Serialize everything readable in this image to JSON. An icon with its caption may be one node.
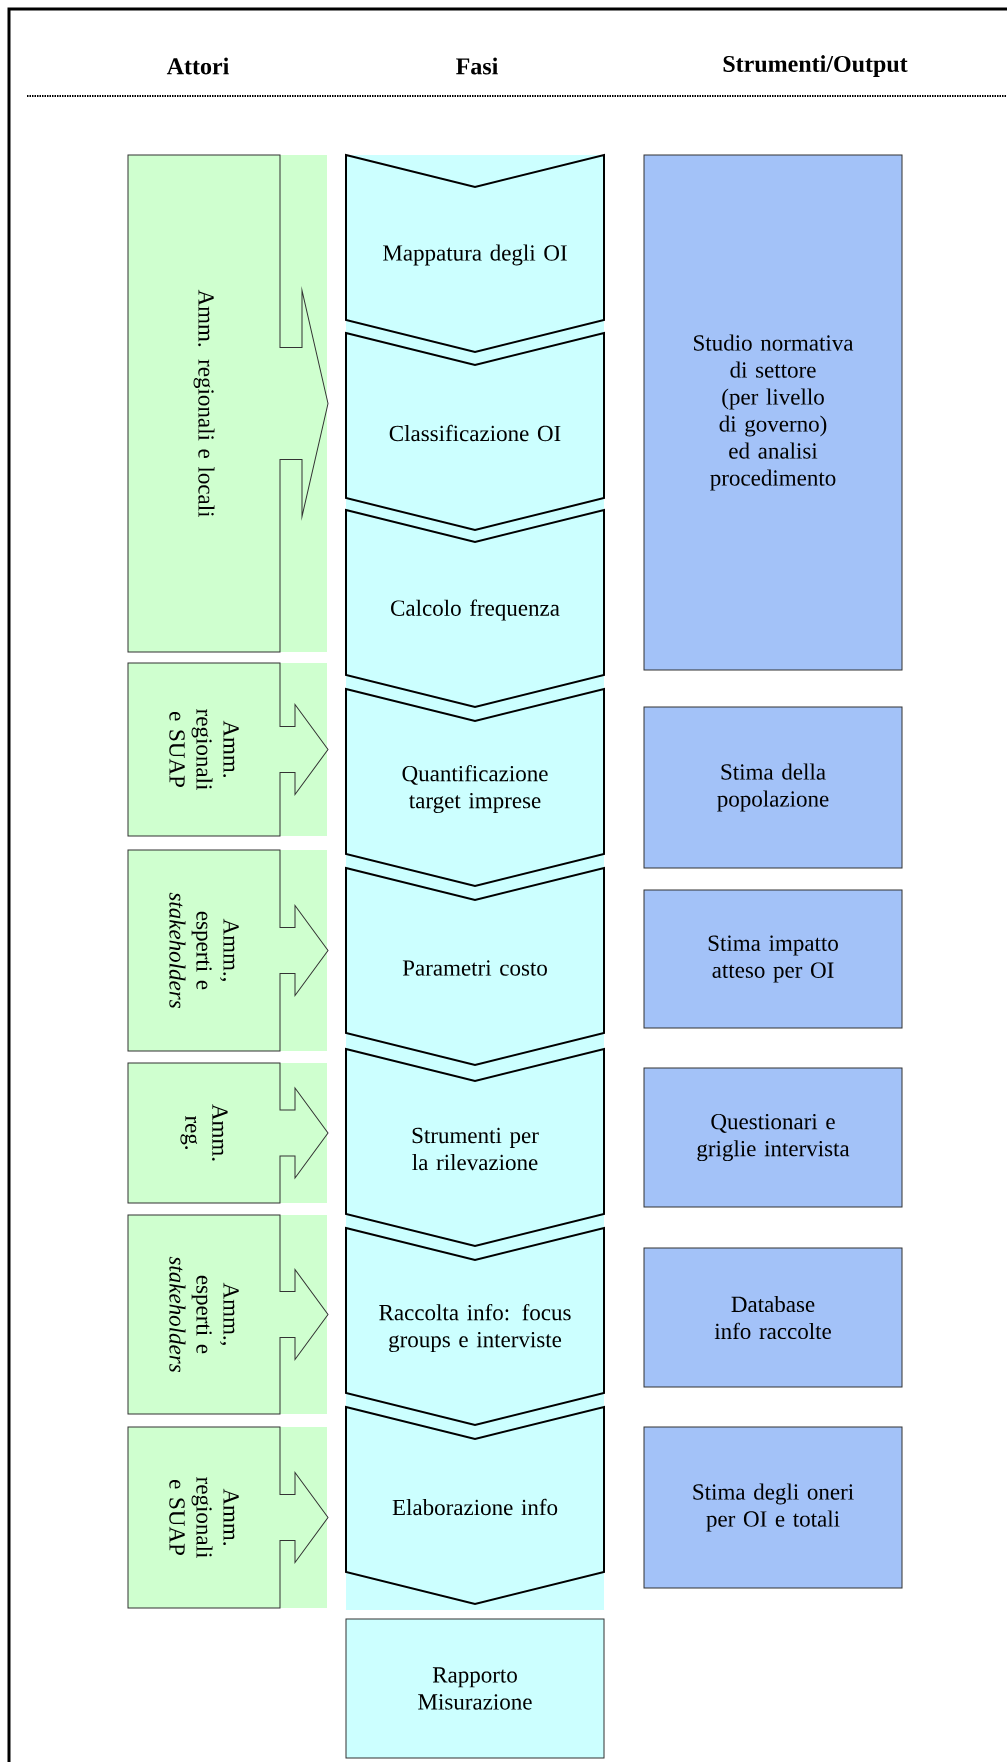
{
  "diagram": {
    "nodes": [
      {
        "text": [
          "Amm. regionali e locali"
        ]
      },
      {
        "text": [
          "Amm. regionali e SUAP"
        ]
      },
      {
        "text": [
          "Amm., esperti e *stakeholders*"
        ]
      },
      {
        "text": [
          "Amm. reg."
        ]
      },
      {
        "text": [
          "Amm., esperti e *stakeholders*"
        ]
      },
      {
        "text": [
          "Amm. regionali e SUAP"
        ]
      },
      {
        "text": [
          "Mappatura degli OI"
        ]
      },
      {
        "text": [
          "Classificazione OI"
        ]
      },
      {
        "text": [
          "Calcolo frequenza"
        ]
      },
      {
        "text": [
          "Quantificazione target imprese"
        ]
      },
      {
        "text": [
          "Parametri costo"
        ]
      },
      {
        "text": [
          "Strumenti per la rilevazione"
        ]
      },
      {
        "text": [
          "Raccolta info: focus groups e interviste"
        ]
      },
      {
        "text": [
          "Elaborazione info"
        ]
      },
      {
        "text": [
          "Rapporto Misurazione"
        ]
      },
      {
        "text": [
          "Studio normativa di settore (per livello di governo) ed analisi procedimento"
        ]
      },
      {
        "text": [
          "Stima della popolazione"
        ]
      },
      {
        "text": [
          "Stima impatto atteso per OI"
        ]
      },
      {
        "text": [
          "Questionari e griglie intervista"
        ]
      },
      {
        "text": [
          "Database info raccolte"
        ]
      },
      {
        "text": [
          "Stima degli oneri per OI e totali"
        ]
      }
    ],
    "labels": [
      "Attori",
      "Fasi",
      "Strumenti/Output"
    ]
  }
}
